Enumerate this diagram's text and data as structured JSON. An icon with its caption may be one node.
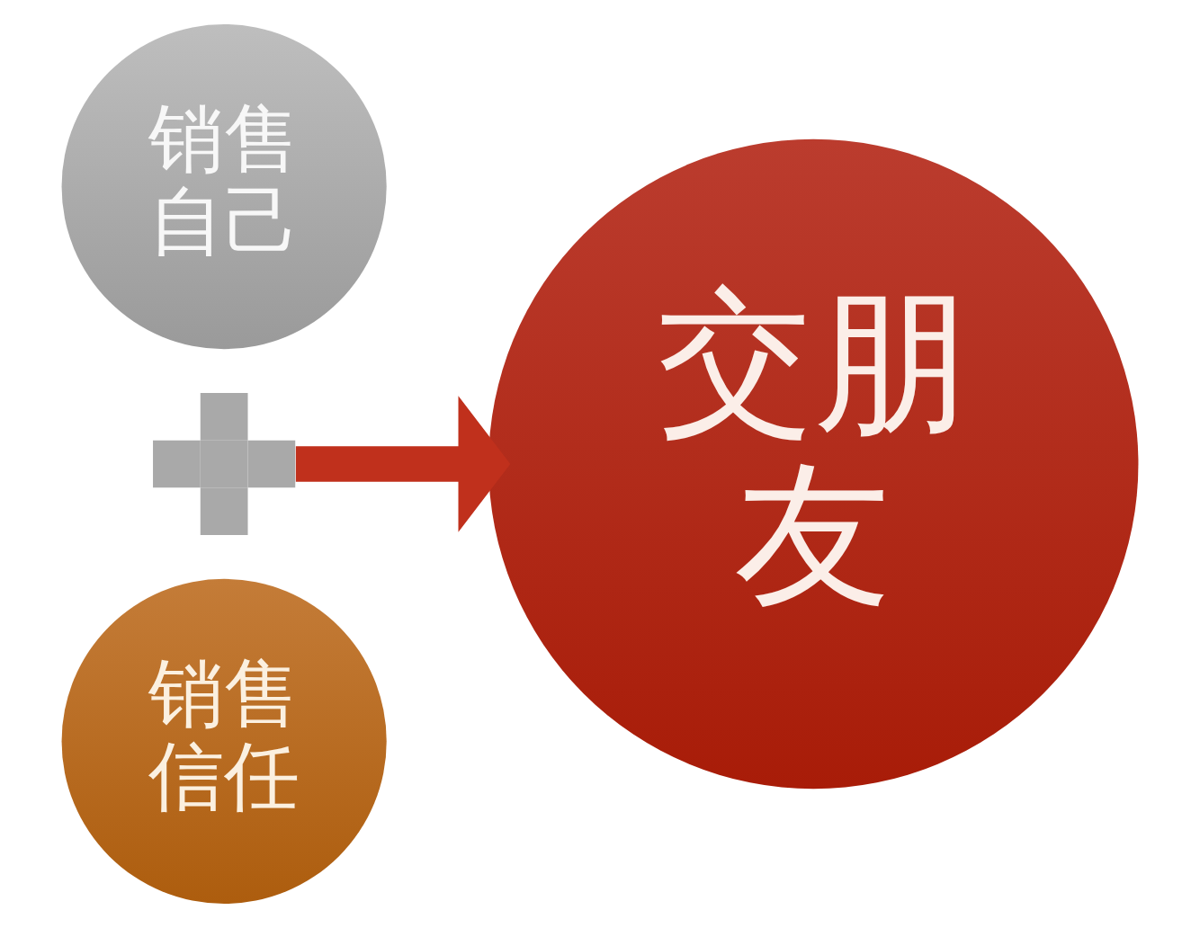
{
  "diagram": {
    "nodes": [
      {
        "text": [
          "销售自己"
        ]
      },
      {
        "text": [],
        "shape": "plus"
      },
      {
        "text": [
          "销售信任"
        ]
      },
      {
        "text": [
          "交朋友"
        ]
      }
    ],
    "edges": [
      {
        "from": 1,
        "to": 3,
        "arrow": "to"
      }
    ]
  }
}
